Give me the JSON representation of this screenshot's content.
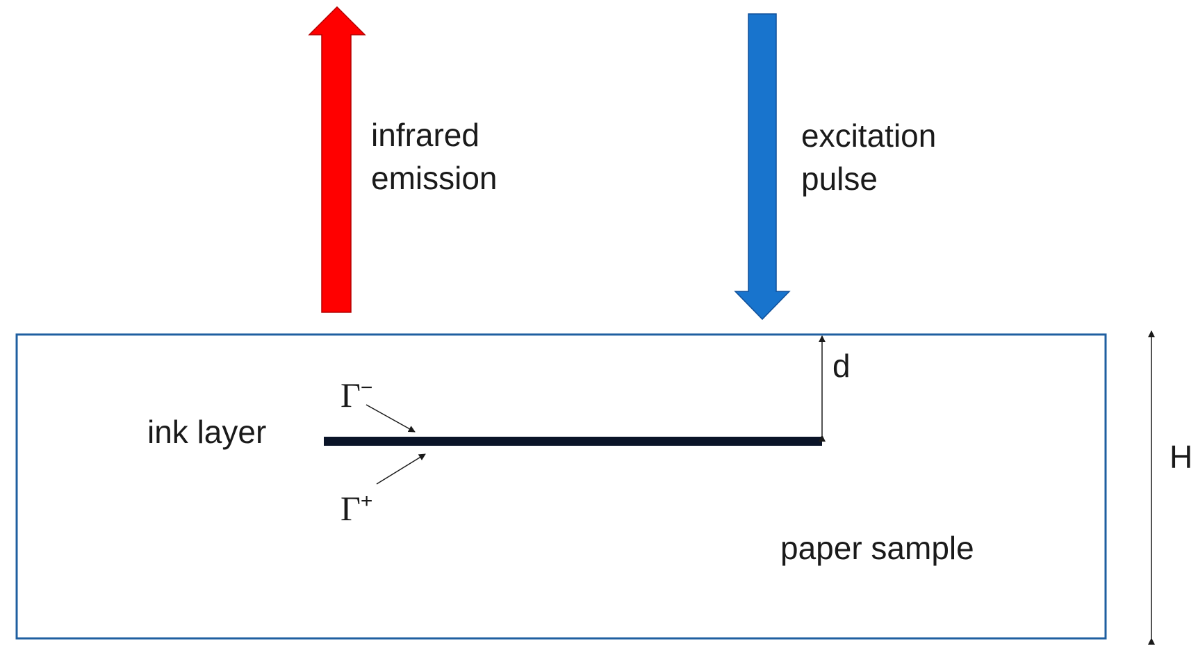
{
  "labels": {
    "infrared_line1": "infrared",
    "infrared_line2": "emission",
    "excitation_line1": "excitation",
    "excitation_line2": "pulse",
    "ink_layer": "ink layer",
    "paper_sample": "paper sample",
    "depth": "d",
    "height": "H",
    "gamma_minus_symbol": "Γ",
    "gamma_minus_sign": "−",
    "gamma_plus_symbol": "Γ",
    "gamma_plus_sign": "+"
  },
  "colors": {
    "infrared_arrow": "#ff0000",
    "excitation_arrow": "#1874cd",
    "sample_border": "#1f5fa0",
    "ink_layer": "#0a1428",
    "dimension_lines": "#1a1a1a"
  }
}
